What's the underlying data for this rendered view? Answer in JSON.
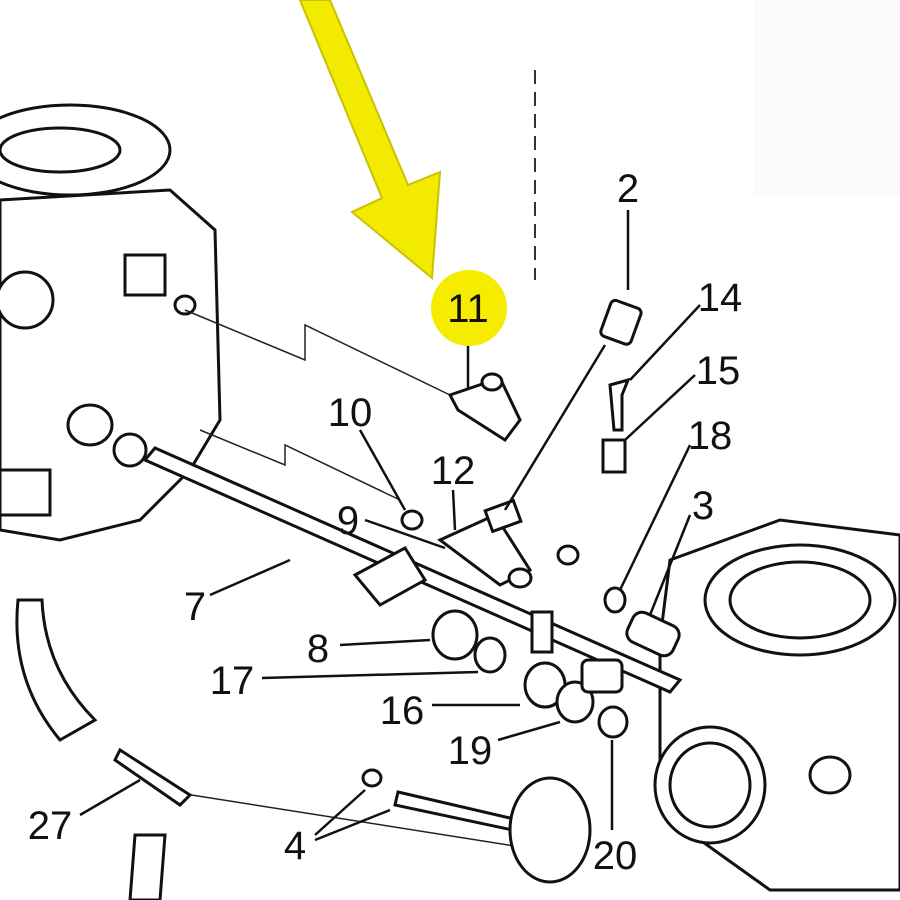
{
  "diagram": {
    "highlight_color": "#f5ec00",
    "arrow_color": "#f2ea00",
    "highlighted_part": "11",
    "labels": {
      "p2": "2",
      "p3": "3",
      "p4": "4",
      "p7": "7",
      "p8": "8",
      "p9": "9",
      "p10": "10",
      "p11": "11",
      "p12": "12",
      "p14": "14",
      "p15": "15",
      "p16": "16",
      "p17": "17",
      "p18": "18",
      "p19": "19",
      "p20": "20",
      "p27": "27"
    }
  }
}
